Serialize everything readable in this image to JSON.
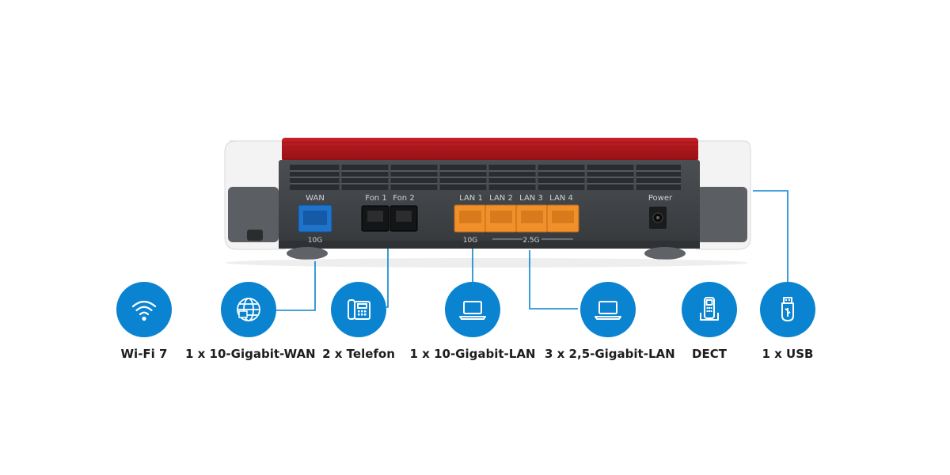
{
  "router": {
    "ports": {
      "wan": "WAN",
      "fon1": "Fon 1",
      "fon2": "Fon 2",
      "lan1": "LAN 1",
      "lan2": "LAN 2",
      "lan3": "LAN 3",
      "lan4": "LAN 4",
      "power": "Power"
    },
    "speeds": {
      "wan": "10G",
      "lan1": "10G",
      "lan_group": "2.5G"
    }
  },
  "features": [
    {
      "label": "Wi-Fi 7",
      "icon": "wifi-icon"
    },
    {
      "label": "1 x 10-Gigabit-WAN",
      "icon": "globe-icon"
    },
    {
      "label": "2 x Telefon",
      "icon": "phone-icon"
    },
    {
      "label": "1 x 10-Gigabit-LAN",
      "icon": "laptop-icon"
    },
    {
      "label": "3 x 2,5-Gigabit-LAN",
      "icon": "laptop-icon"
    },
    {
      "label": "DECT",
      "icon": "dect-phone-icon"
    },
    {
      "label": "1 x USB",
      "icon": "usb-icon"
    }
  ],
  "colors": {
    "accent": "#0a84d1",
    "router_red": "#b5151b",
    "wan_port": "#1f73c9",
    "lan_port": "#f0902a"
  }
}
